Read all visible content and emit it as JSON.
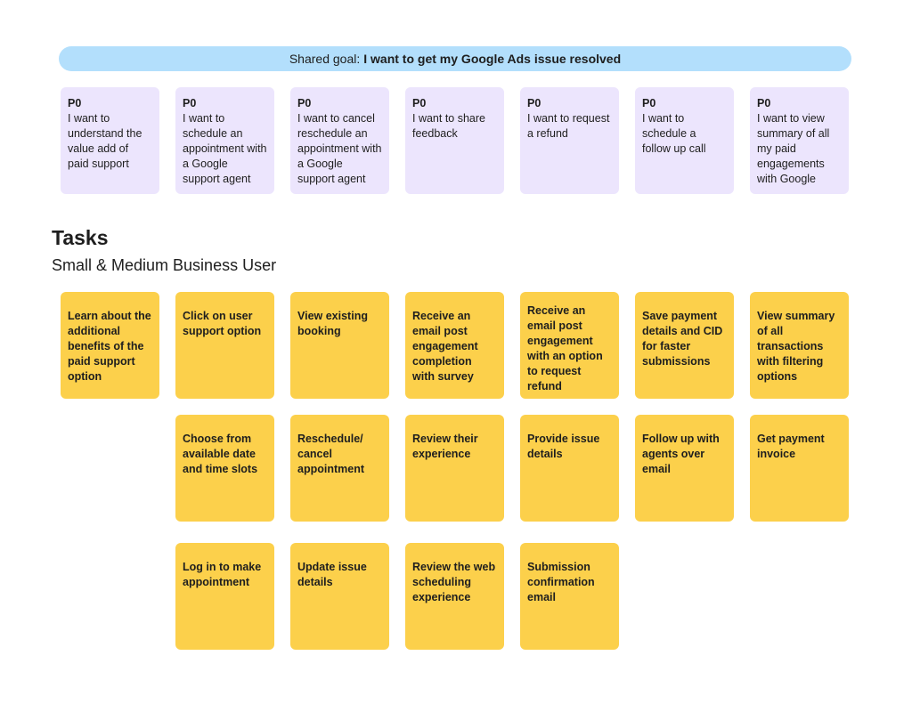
{
  "banner": {
    "prefix": "Shared goal:",
    "goal": "I want to get my Google Ads issue resolved"
  },
  "goals": [
    {
      "priority": "P0",
      "text": "I want to understand the value add of paid support"
    },
    {
      "priority": "P0",
      "text": "I want to schedule an appointment with a Google support agent"
    },
    {
      "priority": "P0",
      "text": "I want to cancel reschedule an appointment with a Google support agent"
    },
    {
      "priority": "P0",
      "text": "I want to share feedback"
    },
    {
      "priority": "P0",
      "text": "I want to request a refund"
    },
    {
      "priority": "P0",
      "text": "I want to schedule a follow up call"
    },
    {
      "priority": "P0",
      "text": "I want to view summary of all my paid engagements with Google"
    }
  ],
  "tasks_section": {
    "title": "Tasks",
    "subtitle": "Small & Medium Business User"
  },
  "tasks": {
    "row1": [
      "Learn about the additional benefits of the paid support option",
      "Click on user support option",
      "View existing booking",
      "Receive an email post engagement completion with survey",
      "Receive an email post engagement with an option to request refund",
      "Save payment details and CID for faster submissions",
      "View summary of all transactions with filtering options"
    ],
    "row2": [
      "Choose from available date and time slots",
      "Reschedule/ cancel appointment",
      "Review their experience",
      "Provide issue details",
      "Follow up with agents over email",
      "Get payment invoice"
    ],
    "row3": [
      "Log in to make appointment",
      "Update issue details",
      "Review the web scheduling experience",
      "Submission confirmation email"
    ]
  },
  "colors": {
    "banner": "#b3dffc",
    "goal_card": "#ece5fd",
    "task_card": "#fcd04b"
  }
}
